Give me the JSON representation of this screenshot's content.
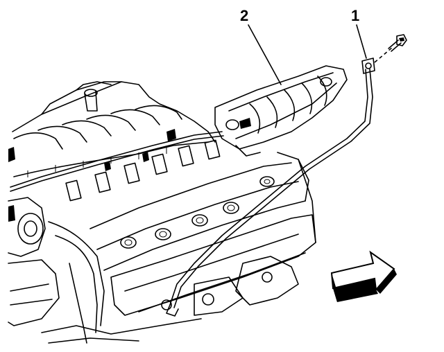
{
  "callouts": [
    {
      "number": "1",
      "target": "hose-bracket-bolt"
    },
    {
      "number": "2",
      "target": "generator-bracket"
    }
  ],
  "direction_arrow": {
    "icon": "front-direction-arrow-icon"
  },
  "colors": {
    "line": "#000000",
    "background": "#ffffff"
  }
}
